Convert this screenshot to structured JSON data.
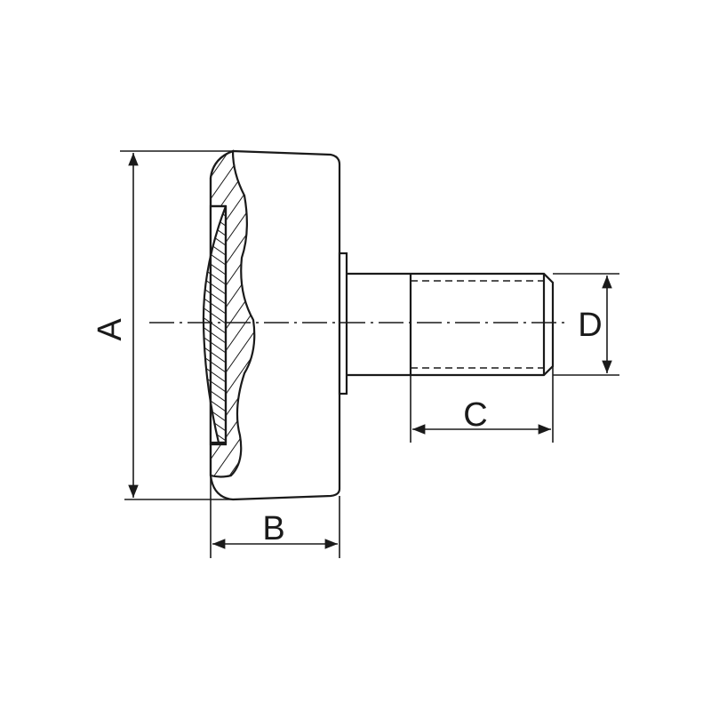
{
  "diagram": {
    "title_type": "Technical drawing of a knob/roller with threaded stud",
    "line_color": "#1a1a1a",
    "dimensions": {
      "A": "A",
      "B": "B",
      "C": "C",
      "D": "D"
    }
  }
}
